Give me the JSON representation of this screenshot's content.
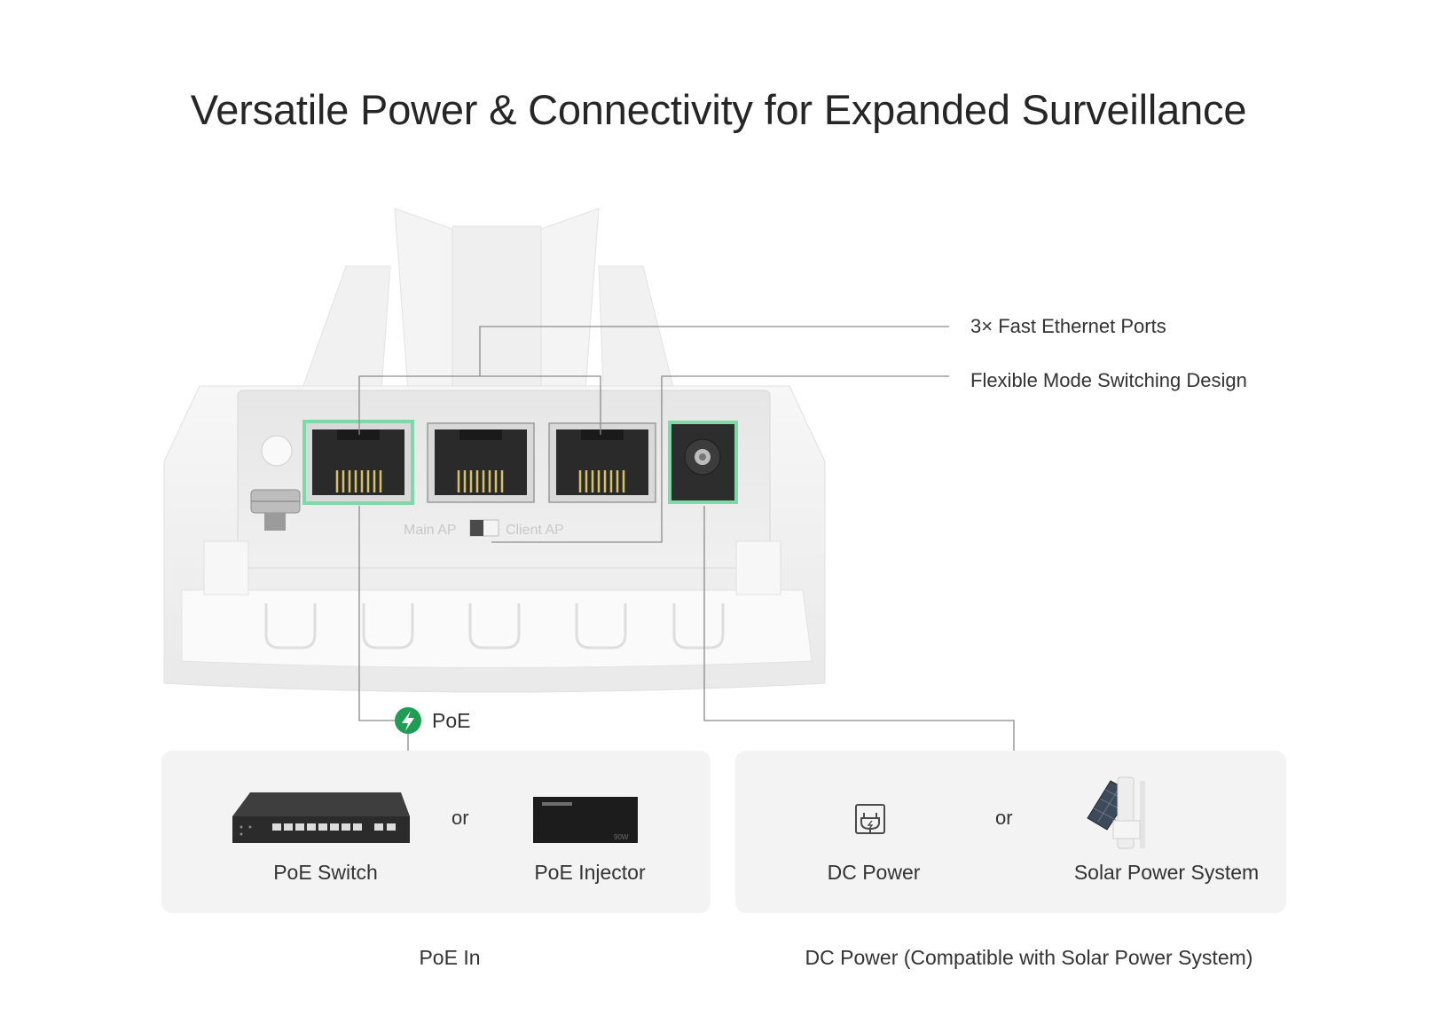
{
  "title": "Versatile Power & Connectivity for Expanded Surveillance",
  "callouts": {
    "ports": "3× Fast Ethernet Ports",
    "switching": "Flexible Mode Switching Design"
  },
  "device": {
    "switch_left_label": "Main AP",
    "switch_right_label": "Client AP",
    "injector_rating": "90W"
  },
  "poe_badge": "PoE",
  "cards": {
    "poe": {
      "items": [
        "PoE Switch",
        "PoE Injector"
      ],
      "or": "or",
      "caption": "PoE In"
    },
    "dc": {
      "items": [
        "DC Power",
        "Solar Power System"
      ],
      "or": "or",
      "caption": "DC Power (Compatible with Solar Power System)"
    }
  },
  "colors": {
    "accent": "#7ed9a8",
    "poe_icon": "#1f9d55",
    "card_bg": "#f3f3f3",
    "line": "#8a8a8a"
  }
}
